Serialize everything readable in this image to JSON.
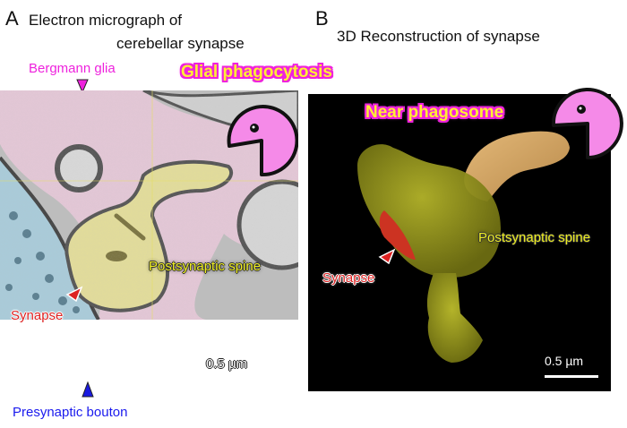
{
  "panel_a": {
    "letter": "A",
    "title_line1": "Electron micrograph of",
    "title_line2": "cerebellar synapse",
    "labels": {
      "bergmann_glia": "Bergmann glia",
      "postsynaptic_spine": "Postsynaptic spine",
      "synapse": "Synapse",
      "presynaptic_bouton": "Presynaptic bouton"
    },
    "scale_bar": "0.5 µm",
    "colors": {
      "glia": "#e6c6d8",
      "spine": "#e2dc9a",
      "bouton": "#a9cbd9",
      "arrow_glia": "#ee22dd",
      "arrow_synapse": "#dd2222",
      "arrow_bouton": "#1a1ae0"
    }
  },
  "center": {
    "glial_phagocytosis": "Glial phagocytosis"
  },
  "panel_b": {
    "letter": "B",
    "title": "3D Reconstruction of synapse",
    "labels": {
      "near_phagosome": "Near phagosome",
      "postsynaptic_spine": "Postsynaptic spine",
      "synapse": "Synapse"
    },
    "scale_bar": "0.5 µm",
    "colors": {
      "spine": "#9a9a22",
      "phagosome": "#d6a865",
      "synapse": "#cc3322",
      "background": "#000000"
    }
  },
  "icons": {
    "pacman_color": "#f58ae8"
  }
}
